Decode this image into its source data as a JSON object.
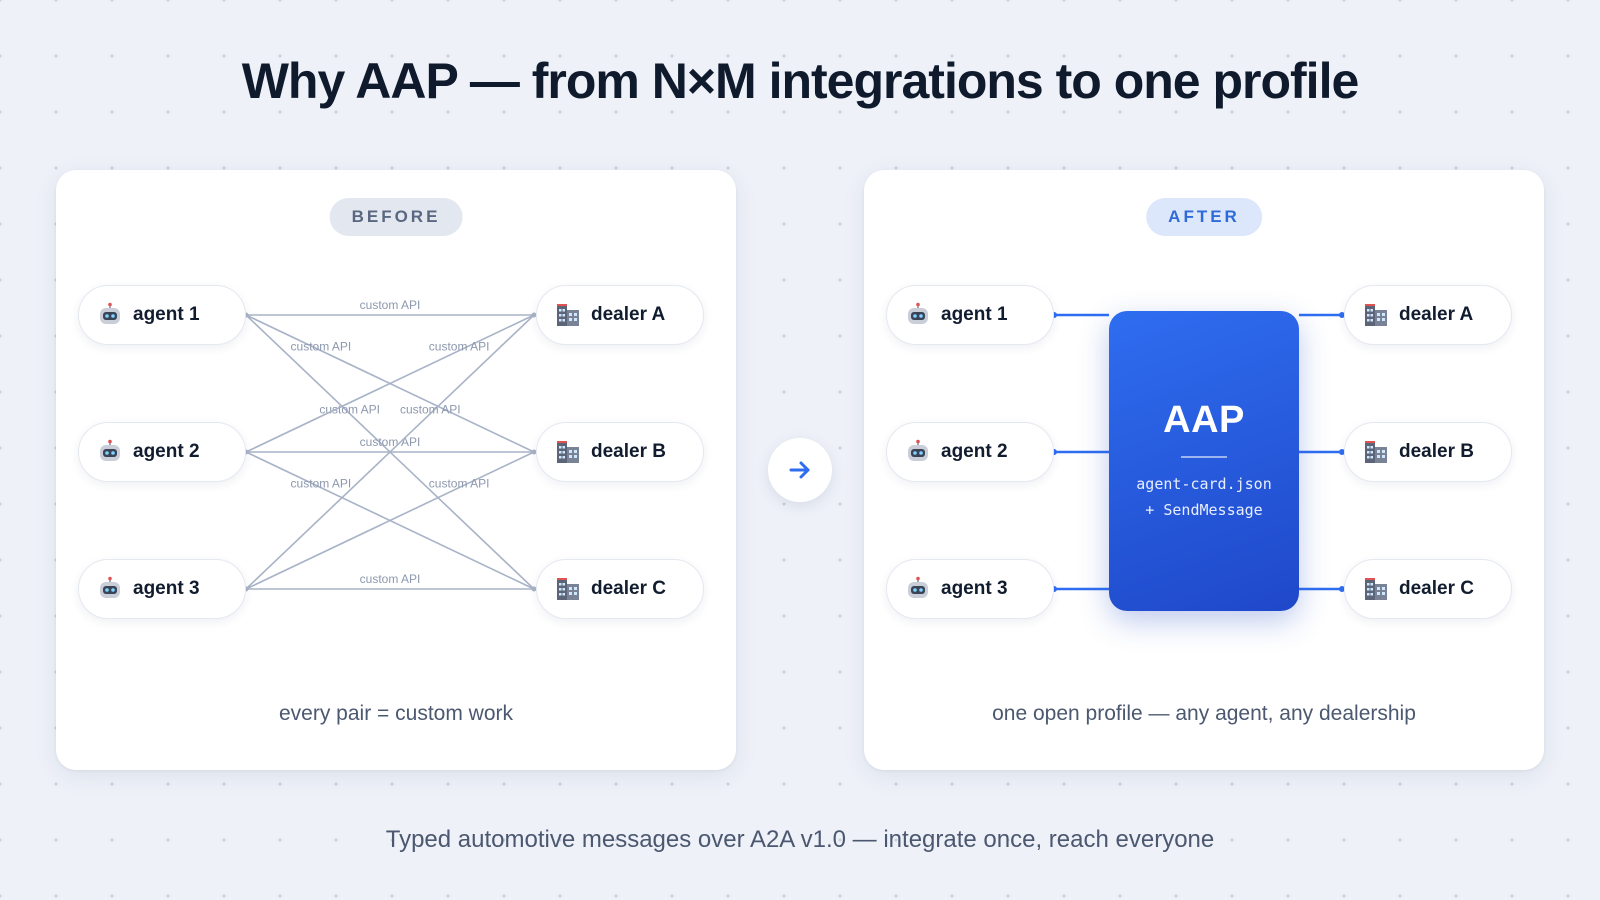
{
  "title": "Why AAP — from N×M integrations to one profile",
  "before": {
    "pill": "BEFORE",
    "agents": [
      "agent 1",
      "agent 2",
      "agent 3"
    ],
    "dealers": [
      "dealer A",
      "dealer B",
      "dealer C"
    ],
    "edge_label": "custom API",
    "caption": "every pair = custom work"
  },
  "after": {
    "pill": "AFTER",
    "agents": [
      "agent 1",
      "agent 2",
      "agent 3"
    ],
    "dealers": [
      "dealer A",
      "dealer B",
      "dealer C"
    ],
    "hub": {
      "title": "AAP",
      "line1": "agent-card.json",
      "line2": "+ SendMessage"
    },
    "caption": "one open profile — any agent, any dealership"
  },
  "footer": "Typed automotive messages over A2A v1.0 — integrate once, reach everyone",
  "icons": {
    "agent": "robot-icon",
    "dealer": "building-icon",
    "transition": "arrow-right-icon"
  },
  "colors": {
    "accent": "#2f6df0",
    "wire_before": "#a9b3c7",
    "wire_after": "#2f6df0",
    "title": "#0f1b2d"
  }
}
